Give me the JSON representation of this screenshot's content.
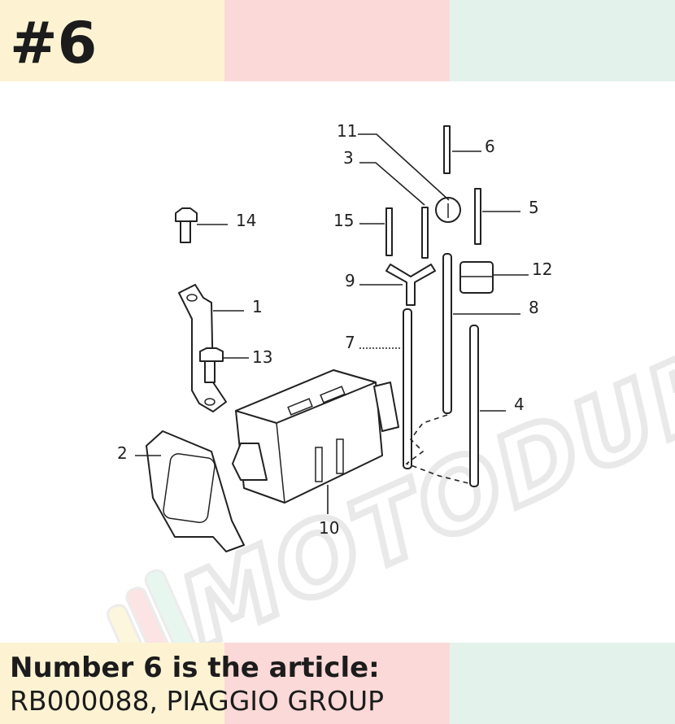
{
  "header": {
    "number_label": "#6"
  },
  "footer": {
    "heading": "Number 6 is the article:",
    "article": "RB000088, PIAGGIO GROUP"
  },
  "colors": {
    "cream": "#fdf3d3",
    "pink": "#fbd9d8",
    "mint": "#e3f3ec",
    "ink": "#1c1c1c"
  },
  "diagram": {
    "watermark": "MOTODUBCIA",
    "callouts": [
      "1",
      "2",
      "3",
      "4",
      "5",
      "6",
      "7",
      "8",
      "9",
      "10",
      "11",
      "12",
      "13",
      "14",
      "15"
    ]
  }
}
